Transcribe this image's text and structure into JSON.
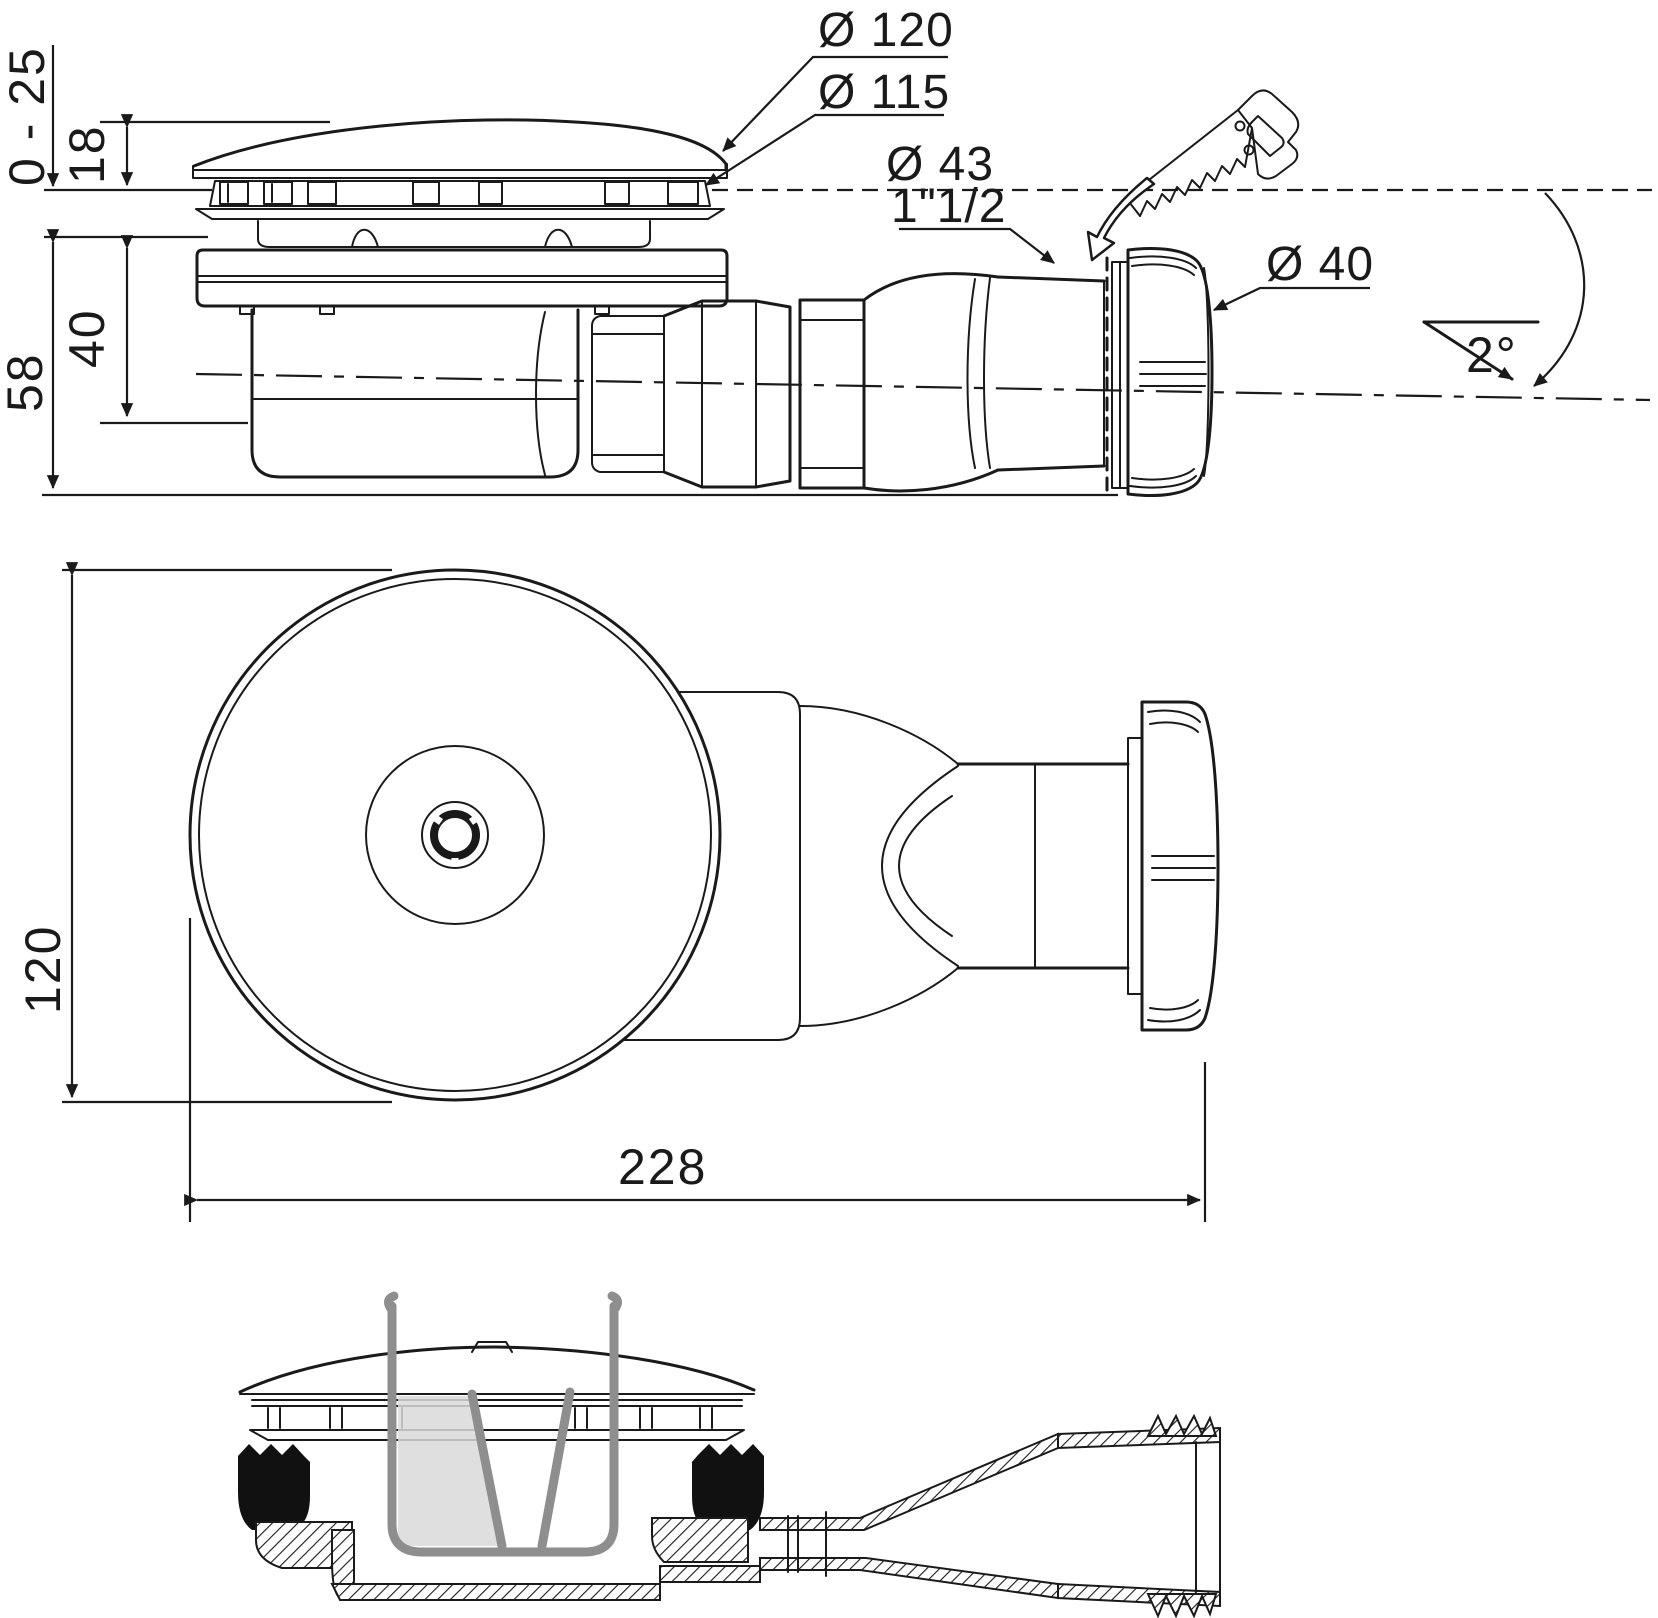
{
  "title": "Shower waste trap technical drawing",
  "colors": {
    "line": "#1a1a1a",
    "siphon_gray": "#8e8e8e",
    "siphon_fill": "#d9d9d9",
    "seal_black": "#111111",
    "background": "#ffffff"
  },
  "side_view": {
    "diameter_cap": "Ø 120",
    "diameter_cap_under": "Ø 115",
    "diameter_outlet": "Ø 43",
    "outlet_thread": "1\"1/2",
    "diameter_nut": "Ø 40",
    "slope_angle": "2°",
    "tile_thickness_range": "0 - 25",
    "grate_height": "18",
    "body_depth": "40",
    "total_depth": "58"
  },
  "plan_view": {
    "body_diameter": "120",
    "overall_length": "228"
  }
}
